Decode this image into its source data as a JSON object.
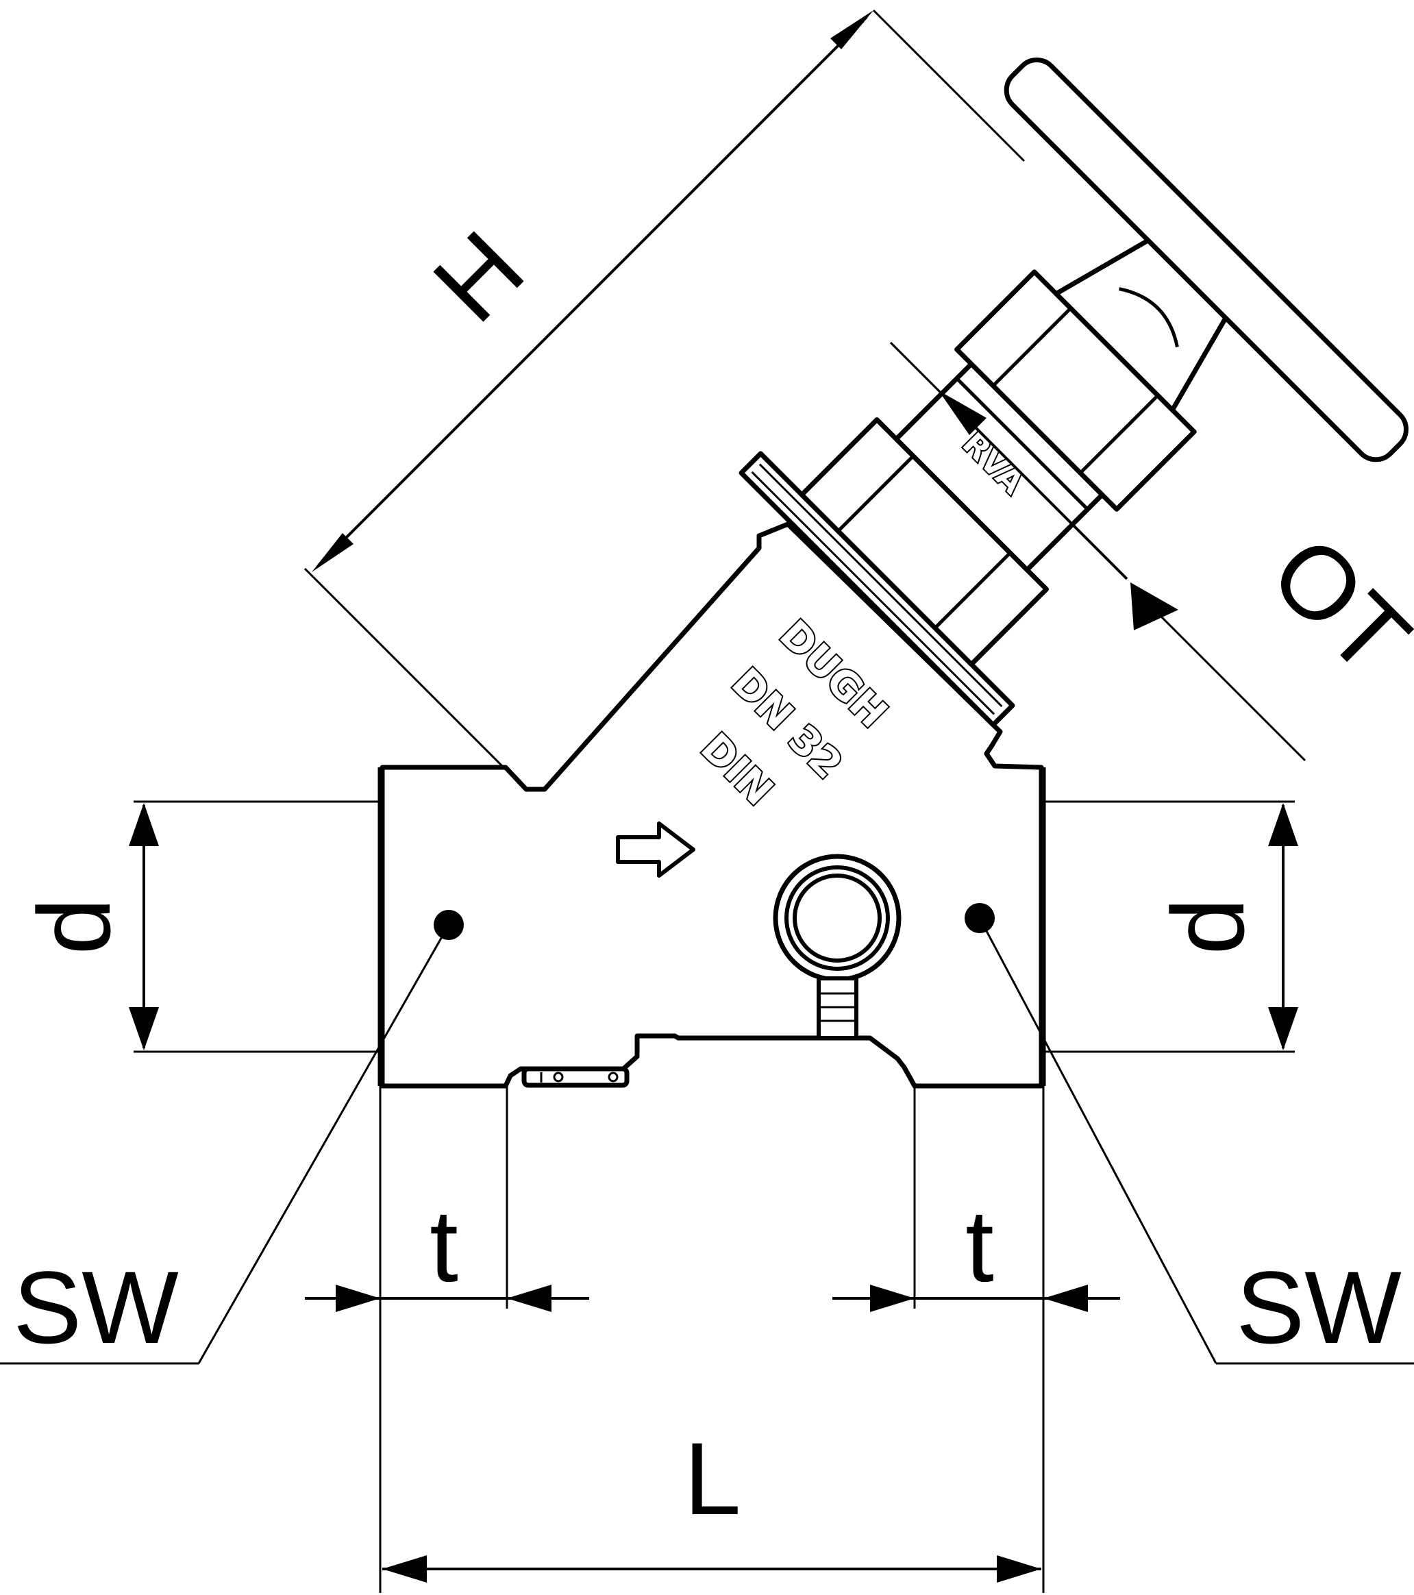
{
  "dimensions": {
    "H": "H",
    "OT": "OT",
    "d_left": "d",
    "d_right": "d",
    "t_left": "t",
    "t_right": "t",
    "SW_left": "SW",
    "SW_right": "SW",
    "L": "L"
  },
  "markings": {
    "cap": "RVA",
    "brand": "DUGH",
    "size": "DN 32",
    "standard": "DIN"
  }
}
